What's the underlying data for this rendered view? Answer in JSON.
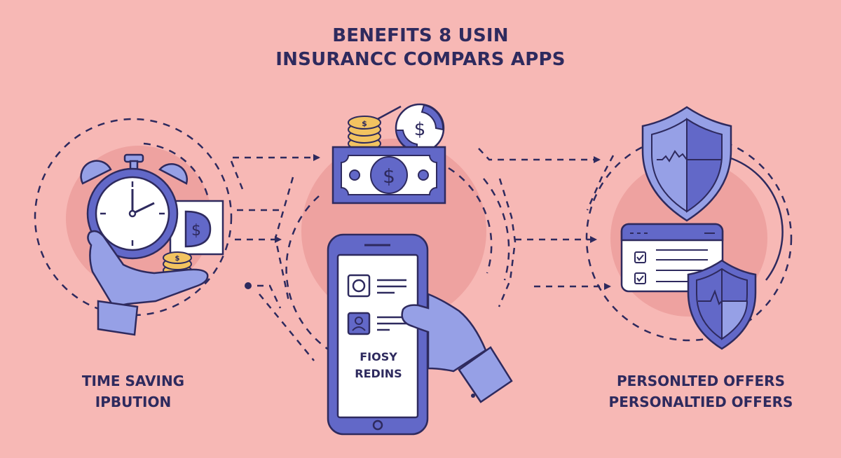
{
  "title": {
    "line1": "BENEFITS 8 USIN",
    "line2": "INSURANCC COMPARS APPS"
  },
  "sections": [
    {
      "id": "time-saving",
      "label_line1": "TIME SAVING",
      "label_line2": "IPBUTION",
      "icons": [
        "stopwatch-icon",
        "hand-icon",
        "coin-stack-icon",
        "dollar-card-icon"
      ]
    },
    {
      "id": "cost-comparison",
      "phone_text_line1": "FIOSY",
      "phone_text_line2": "REDINS",
      "icons": [
        "banknote-icon",
        "coin-stack-icon",
        "dollar-exchange-icon",
        "smartphone-icon",
        "hand-icon",
        "profile-icon"
      ]
    },
    {
      "id": "personalized-offers",
      "label_line1": "PERSONLTED OFFERS",
      "label_line2": "PERSONALTIED OFFERS",
      "icons": [
        "shield-icon",
        "checklist-window-icon",
        "shield-icon"
      ]
    }
  ],
  "colors": {
    "background": "#F7B8B5",
    "circle": "#EEA2A0",
    "ink": "#2E2A5E",
    "primary": "#6268C8",
    "light": "#96A0E6",
    "coin": "#F2C360",
    "white": "#FFFFFF"
  }
}
